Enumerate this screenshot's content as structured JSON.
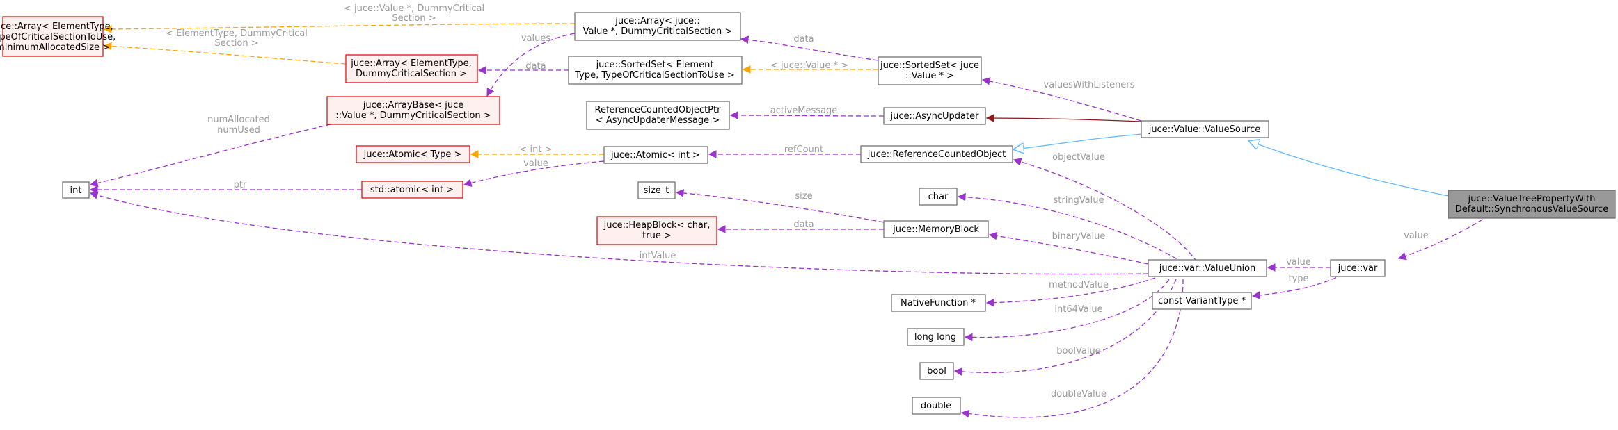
{
  "nodes": {
    "arr_elem_tocs": {
      "lines": [
        "juce::Array< ElementType,",
        "TypeOfCriticalSectionToUse,",
        "minimumAllocatedSize >"
      ]
    },
    "arr_elem_dcs": {
      "lines": [
        "juce::Array< ElementType,",
        "DummyCriticalSection >"
      ]
    },
    "arrbase": {
      "lines": [
        "juce::ArrayBase< juce",
        "::Value *, DummyCriticalSection >"
      ]
    },
    "int_node": {
      "lines": [
        "int"
      ]
    },
    "atomic_type": {
      "lines": [
        "juce::Atomic< Type >"
      ]
    },
    "std_atomic": {
      "lines": [
        "std::atomic< int >"
      ]
    },
    "arr_value": {
      "lines": [
        "juce::Array< juce::",
        "Value *, DummyCriticalSection >"
      ]
    },
    "sortedset_elem": {
      "lines": [
        "juce::SortedSet< Element",
        "Type, TypeOfCriticalSectionToUse >"
      ]
    },
    "refobjptr": {
      "lines": [
        "ReferenceCountedObjectPtr",
        "< AsyncUpdaterMessage >"
      ]
    },
    "atomic_int": {
      "lines": [
        "juce::Atomic< int >"
      ]
    },
    "size_t": {
      "lines": [
        "size_t"
      ]
    },
    "heapblock": {
      "lines": [
        "juce::HeapBlock< char,",
        "true >"
      ]
    },
    "sortedset_value": {
      "lines": [
        "juce::SortedSet< juce",
        "::Value * >"
      ]
    },
    "asyncupdater": {
      "lines": [
        "juce::AsyncUpdater"
      ]
    },
    "refcounted": {
      "lines": [
        "juce::ReferenceCountedObject"
      ]
    },
    "char": {
      "lines": [
        "char"
      ]
    },
    "memblock": {
      "lines": [
        "juce::MemoryBlock"
      ]
    },
    "nativefn": {
      "lines": [
        "NativeFunction *"
      ]
    },
    "longlong": {
      "lines": [
        "long long"
      ]
    },
    "bool": {
      "lines": [
        "bool"
      ]
    },
    "double": {
      "lines": [
        "double"
      ]
    },
    "valuesource": {
      "lines": [
        "juce::Value::ValueSource"
      ]
    },
    "valueunion": {
      "lines": [
        "juce::var::ValueUnion"
      ]
    },
    "varianttype": {
      "lines": [
        "const VariantType *"
      ]
    },
    "var": {
      "lines": [
        "juce::var"
      ]
    },
    "vtpwd": {
      "lines": [
        "juce::ValueTreePropertyWith",
        "Default::SynchronousValueSource"
      ]
    }
  },
  "edge_labels": {
    "arrvalue_to_tocs": [
      "< juce::Value *, DummyCritical",
      "Section >"
    ],
    "dcs_to_tocs": [
      "< ElementType, DummyCritical",
      "Section >"
    ],
    "values": [
      "values"
    ],
    "data_sorted": [
      "data"
    ],
    "data_elem": [
      "data"
    ],
    "juce_value_ptr": [
      "< juce::Value * >"
    ],
    "num_allocated": [
      "numAllocated",
      "numUsed"
    ],
    "int_tmpl": [
      "< int >"
    ],
    "value_atomic": [
      "value"
    ],
    "ptr": [
      "ptr"
    ],
    "active_message": [
      "activeMessage"
    ],
    "ref_count": [
      "refCount"
    ],
    "values_with_listeners": [
      "valuesWithListeners"
    ],
    "object_value": [
      "objectValue"
    ],
    "string_value": [
      "stringValue"
    ],
    "size": [
      "size"
    ],
    "data_heap": [
      "data"
    ],
    "binary_value": [
      "binaryValue"
    ],
    "int_value": [
      "intValue"
    ],
    "method_value": [
      "methodValue"
    ],
    "int64_value": [
      "int64Value"
    ],
    "bool_value": [
      "boolValue"
    ],
    "double_value": [
      "doubleValue"
    ],
    "value_union": [
      "value"
    ],
    "type": [
      "type"
    ],
    "value_var": [
      "value"
    ]
  },
  "colors": {
    "usage_edge": "#9a32cd",
    "template_edge": "#ffa500",
    "inheritance_edge": "#63b8ff",
    "private_inheritance_edge": "#8b1a1a",
    "red_node_border": "#e00000",
    "focus_node_fill": "#999999"
  }
}
